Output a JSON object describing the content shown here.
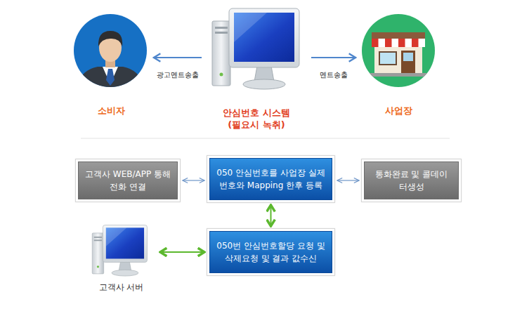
{
  "diagram": {
    "nodes": [
      {
        "text": [
          "소비자"
        ]
      },
      {
        "text": [
          "안심번호 시스템 (필요시 녹취)"
        ]
      },
      {
        "text": [
          "사업장"
        ]
      },
      {
        "text": [
          "고객사 WEB/APP 통해 전화 연결"
        ]
      },
      {
        "text": [
          "050 안심번호를 사업장 실제 번호와 Mapping 한후 등록"
        ]
      },
      {
        "text": [
          "통화완료 및 콜데이 터생성"
        ]
      },
      {
        "text": [
          "050번 안심번호할당 요청 및 삭제요청 및 결과 값수신"
        ]
      },
      {
        "text": [
          "고객사 서버"
        ]
      }
    ],
    "edges": [
      {
        "from": 1,
        "to": 0,
        "arrow": "to",
        "label": "광고멘트송출"
      },
      {
        "from": 1,
        "to": 2,
        "arrow": "to",
        "label": "멘트송출"
      },
      {
        "from": 3,
        "to": 4,
        "arrow": "both"
      },
      {
        "from": 4,
        "to": 5,
        "arrow": "both"
      },
      {
        "from": 4,
        "to": 6,
        "arrow": "both"
      },
      {
        "from": 6,
        "to": 7,
        "arrow": "both"
      }
    ]
  }
}
